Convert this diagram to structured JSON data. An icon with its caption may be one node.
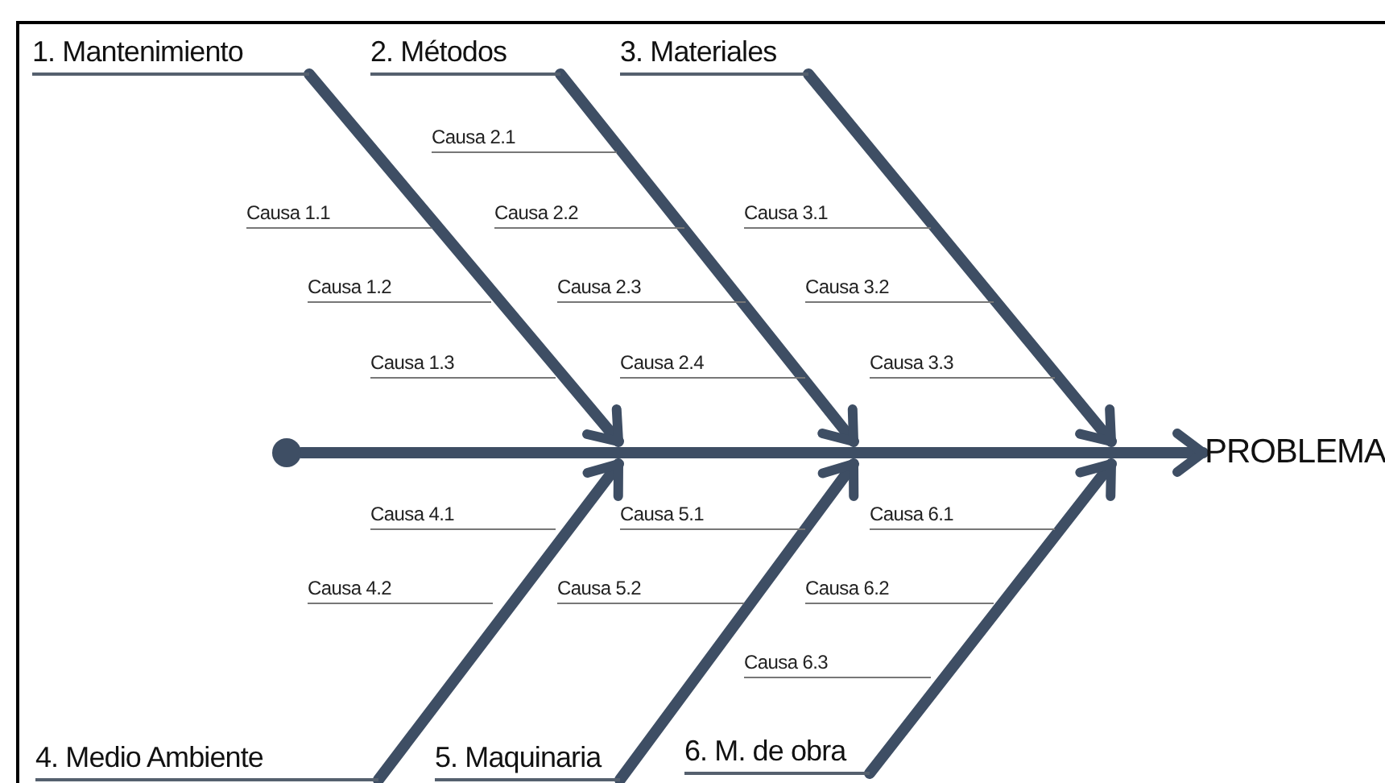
{
  "diagram": {
    "nodes": [
      {
        "text": [
          "1. Mantenimiento"
        ]
      },
      {
        "text": [
          "2. Métodos"
        ]
      },
      {
        "text": [
          "3. Materiales"
        ]
      },
      {
        "text": [
          "4. Medio Ambiente"
        ]
      },
      {
        "text": [
          "5. Maquinaria"
        ]
      },
      {
        "text": [
          "6. M. de obra"
        ]
      },
      {
        "text": [
          "PROBLEMA"
        ]
      },
      {
        "text": [],
        "shape": "circle"
      }
    ],
    "edges": [
      {
        "from": 7,
        "to": 6,
        "arrow": "to"
      },
      {
        "from": 0,
        "to": null,
        "arrow": "to"
      },
      {
        "from": 1,
        "to": null,
        "arrow": "to"
      },
      {
        "from": 2,
        "to": null,
        "arrow": "to"
      },
      {
        "from": 3,
        "to": null,
        "arrow": "to"
      },
      {
        "from": 4,
        "to": null,
        "arrow": "to"
      },
      {
        "from": 5,
        "to": null,
        "arrow": "to"
      }
    ],
    "labels": [
      "Causa 2.1",
      "Causa 1.1",
      "Causa 2.2",
      "Causa 3.1",
      "Causa 1.2",
      "Causa 2.3",
      "Causa 3.2",
      "Causa 1.3",
      "Causa 2.4",
      "Causa 3.3",
      "Causa 4.1",
      "Causa 5.1",
      "Causa 6.1",
      "Causa 4.2",
      "Causa 5.2",
      "Causa 6.2",
      "Causa 6.3"
    ]
  }
}
